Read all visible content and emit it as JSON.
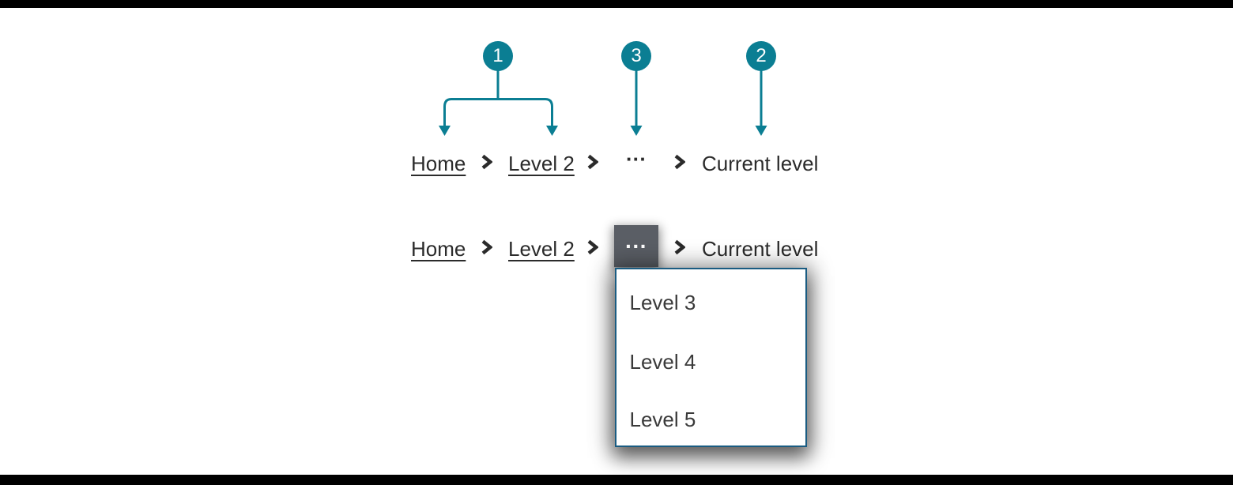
{
  "colors": {
    "accent_teal": "#0b7e93",
    "breadcrumb_text": "#2b2b2b",
    "ellipsis_button_bg": "#5a5e65",
    "dropdown_border": "#1a5c82",
    "dropdown_bg": "#ffffff",
    "edge_bars": "#000000"
  },
  "callouts": [
    {
      "label": "1"
    },
    {
      "label": "3"
    },
    {
      "label": "2"
    }
  ],
  "breadcrumb_collapsed": {
    "home_label": "Home",
    "level2_label": "Level 2",
    "ellipsis_label": "···",
    "current_label": "Current level"
  },
  "breadcrumb_expanded": {
    "home_label": "Home",
    "level2_label": "Level 2",
    "ellipsis_label": "···",
    "current_label": "Current level"
  },
  "dropdown_menu": {
    "items": [
      {
        "label": "Level 3"
      },
      {
        "label": "Level 4"
      },
      {
        "label": "Level 5"
      }
    ]
  }
}
